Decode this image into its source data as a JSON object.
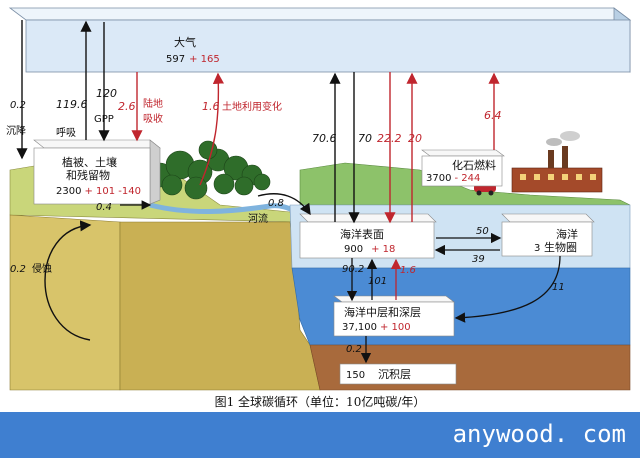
{
  "atmosphere": {
    "label": "大气",
    "stock": "597",
    "change": "+ 165"
  },
  "land": {
    "label_line1": "植被、土壤",
    "label_line2": "和残留物",
    "stock": "2300",
    "change": "+ 101 -140"
  },
  "fossil": {
    "label": "化石燃料",
    "stock": "3700",
    "change": "- 244"
  },
  "ocean_surface": {
    "label": "海洋表面",
    "stock": "900",
    "change": "+ 18"
  },
  "marine_biota": {
    "label_line1": "海洋",
    "label_line2": "生物圈",
    "stock": "3"
  },
  "deep_ocean": {
    "label": "海洋中层和深层",
    "stock": "37,100",
    "change": "+ 100"
  },
  "sediment": {
    "stock": "150",
    "label": "沉积层"
  },
  "flows": {
    "deposition_value": "0.2",
    "deposition_label": "沉降",
    "respiration_value": "119.6",
    "respiration_label": "呼吸",
    "gpp_value": "120",
    "gpp_label": "GPP",
    "land_sink_value": "2.6",
    "land_sink_label_1": "陆地",
    "land_sink_label_2": "吸收",
    "land_use_value": "1.6",
    "land_use_label": "土地利用变化",
    "ocean_out": "70.6",
    "ocean_in": "70",
    "ocean_uptake_in": "22.2",
    "ocean_uptake_out": "20",
    "fossil_emission": "6.4",
    "runoff_soil": "0.4",
    "runoff_river": "0.8",
    "river_label": "河流",
    "weathering_value": "0.2",
    "weathering_label": "侵蚀",
    "to_biota": "50",
    "from_biota": "39",
    "downwelling": "90.2",
    "upwelling": "101",
    "deep_change": "1.6",
    "biota_sink": "11",
    "sedimentation": "0.2"
  },
  "caption": "图1 全球碳循环（单位：10亿吨碳/年）",
  "watermark": "anywood. com",
  "colors": {
    "atmosphere": "#dbe9f7",
    "land": "#d8c46a",
    "ocean_surface": "#cfe3f3",
    "ocean_deep": "#4b8bd4",
    "sediment": "#a86a3c",
    "flux_red": "#c0262e",
    "footer": "#3f7fd0"
  }
}
